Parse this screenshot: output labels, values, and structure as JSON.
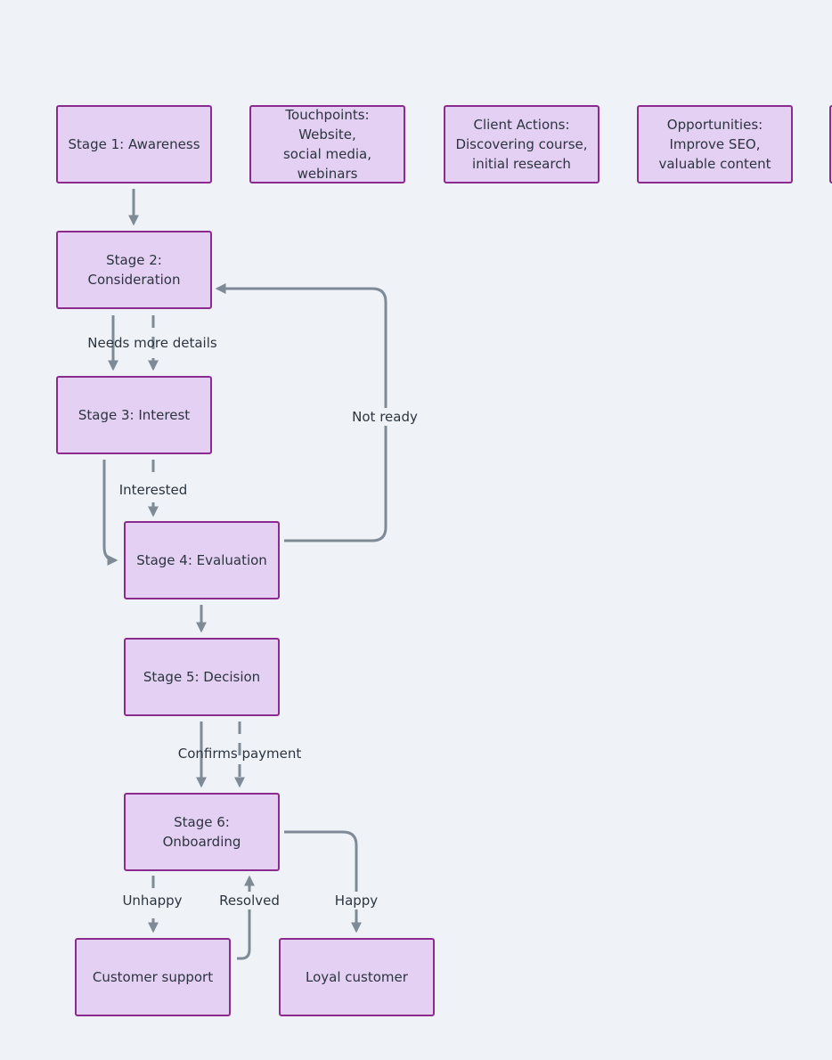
{
  "colors": {
    "background": "#eff3f7",
    "node_fill": "#e4d0f3",
    "node_border": "#8b2b8e",
    "edge": "#7e8a95",
    "text": "#2c3440"
  },
  "nodes": {
    "awareness": "Stage 1: Awareness",
    "touchpoints": "Touchpoints: Website,\nsocial media,\nwebinars",
    "client_actions": "Client Actions:\nDiscovering course,\ninitial research",
    "opportunities": "Opportunities:\nImprove SEO,\nvaluable content",
    "consideration": "Stage 2:\nConsideration",
    "interest": "Stage 3: Interest",
    "evaluation": "Stage 4: Evaluation",
    "decision": "Stage 5: Decision",
    "onboarding": "Stage 6: Onboarding",
    "customer_support": "Customer support",
    "loyal_customer": "Loyal customer"
  },
  "edge_labels": {
    "needs_more_details": "Needs more details",
    "not_ready": "Not ready",
    "interested": "Interested",
    "confirms_payment": "Confirms payment",
    "unhappy": "Unhappy",
    "resolved": "Resolved",
    "happy": "Happy"
  }
}
